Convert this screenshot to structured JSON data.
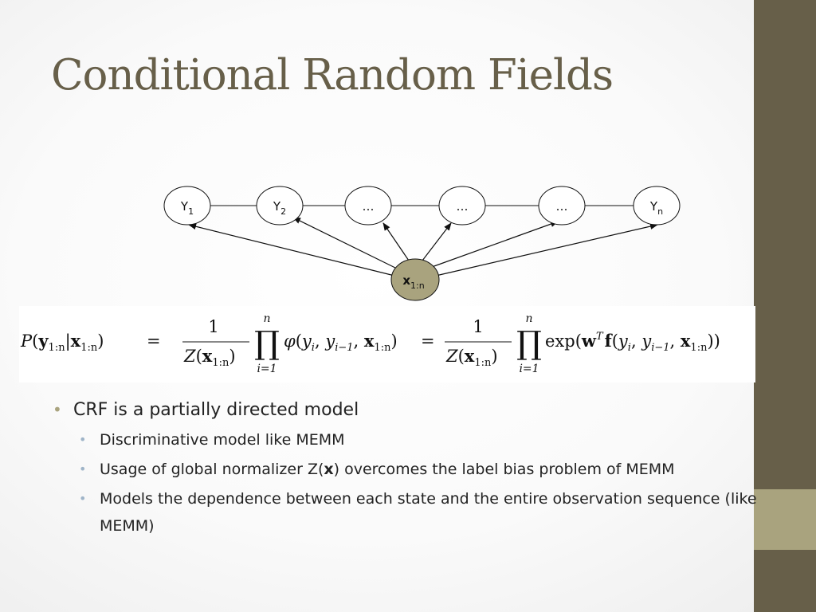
{
  "slide": {
    "title": "Conditional Random Fields"
  },
  "diagram": {
    "y_nodes": [
      {
        "main": "Y",
        "sub": "1"
      },
      {
        "main": "Y",
        "sub": "2"
      },
      {
        "main": "…",
        "sub": ""
      },
      {
        "main": "…",
        "sub": ""
      },
      {
        "main": "…",
        "sub": ""
      },
      {
        "main": "Y",
        "sub": "n"
      }
    ],
    "x_node": {
      "main": "x",
      "sub": "1:n"
    }
  },
  "formula": {
    "lhs_P": "P",
    "lhs_y": "y",
    "lhs_sub": "1:n",
    "lhs_x": "x",
    "equals": "=",
    "one": "1",
    "Z": "Z",
    "x": "x",
    "sub_1n": "1:n",
    "prod": "∏",
    "prod_top": "n",
    "prod_bottom": "i=1",
    "phi": "φ",
    "y": "y",
    "sub_i": "i",
    "sub_im1": "i−1",
    "exp": "exp",
    "w": "w",
    "T": "T",
    "f": "f"
  },
  "bullets": {
    "item1": "CRF is a partially directed model",
    "item2": "Discriminative model like MEMM",
    "item3_before": "Usage of global normalizer Z(",
    "item3_bold": "x",
    "item3_after": ") overcomes the label bias problem of MEMM",
    "item4": "Models the dependence between each state and the entire observation sequence (like MEMM)"
  },
  "colors": {
    "title": "#675f49",
    "side_bar": "#675f49",
    "side_accent": "#a9a37e",
    "x_node_fill": "#a9a37e",
    "bullet_lvl1": "#a9a37e",
    "bullet_lvl2": "#9fb4c8"
  }
}
